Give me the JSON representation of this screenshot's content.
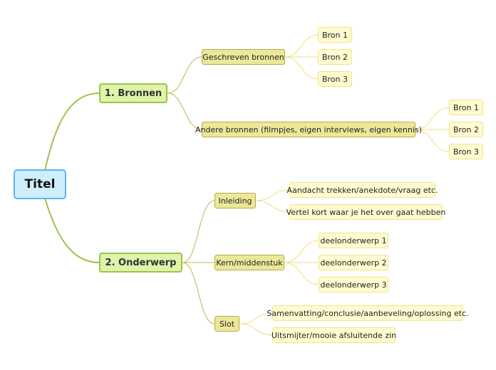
{
  "root": {
    "label": "Titel"
  },
  "branches": [
    {
      "label": "1. Bronnen",
      "children": [
        {
          "label": "Geschreven bronnen",
          "children": [
            "Bron 1",
            "Bron 2",
            "Bron 3"
          ]
        },
        {
          "label": "Andere bronnen (filmpjes, eigen interviews, eigen kennis)",
          "children": [
            "Bron 1",
            "Bron 2",
            "Bron 3"
          ]
        }
      ]
    },
    {
      "label": "2. Onderwerp",
      "children": [
        {
          "label": "Inleiding",
          "children": [
            "Aandacht trekken/anekdote/vraag etc.",
            "Vertel kort waar je het over gaat hebben"
          ]
        },
        {
          "label": "Kern/middenstuk",
          "children": [
            "deelonderwerp 1",
            "deelonderwerp 2",
            "deelonderwerp 3"
          ]
        },
        {
          "label": "Slot",
          "children": [
            "Samenvatting/conclusie/aanbeveling/oplossing etc.",
            "Uitsmijter/mooie afsluitende zin"
          ]
        }
      ]
    }
  ],
  "colors": {
    "root_fill": "#cdeefc",
    "root_border": "#5db7e4",
    "main_fill": "#dff4a8",
    "main_border": "#9bc34b",
    "sub_fill": "#ece89a",
    "sub_border": "#b5ac45",
    "leaf_fill": "#fffbd0",
    "leaf_border": "#f1e486",
    "main_link": "#9bc34b",
    "sub_link": "#c2b44f",
    "leaf_link": "#f0df7a"
  }
}
